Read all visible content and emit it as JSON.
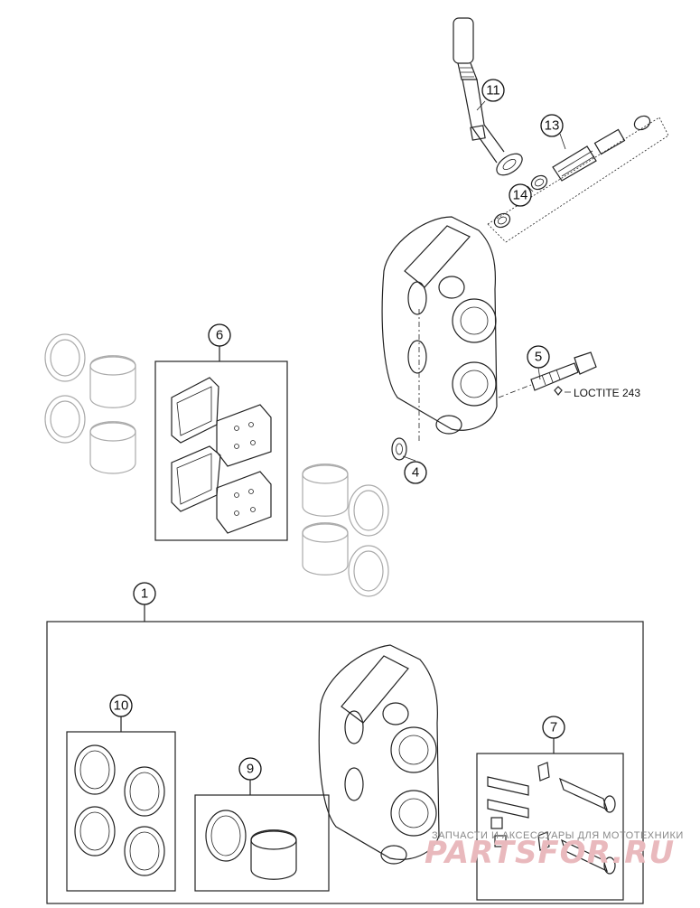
{
  "callouts": {
    "c1": "1",
    "c4": "4",
    "c5": "5",
    "c6": "6",
    "c7": "7",
    "c9": "9",
    "c10": "10",
    "c11": "11",
    "c13": "13",
    "c14": "14"
  },
  "note": "LOCTITE 243",
  "watermark": {
    "line1": "ЗАПЧАСТИ И АКСЕССУАРЫ ДЛЯ МОТОТЕХНИКИ",
    "line2": "PARTSFOR.RU"
  }
}
